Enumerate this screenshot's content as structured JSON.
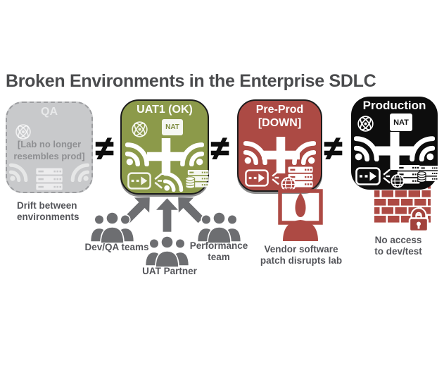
{
  "title": "Broken Environments in the Enterprise SDLC",
  "neq": "≠",
  "colors": {
    "title_text": "#4a4b4d",
    "qa_fill": "#c8c9cb",
    "qa_border": "#9c9da0",
    "uat_green": "#8c9a4a",
    "preprod_red": "#ac4a44",
    "production_black": "#0d0d0d",
    "caption_text": "#54555a",
    "people_gray": "#6d6e71",
    "icon_red": "#ad4a44"
  },
  "qa": {
    "title": "QA",
    "note1": "[Lab no longer",
    "note2": "resembles prod]",
    "caption1": "Drift between",
    "caption2": "environments"
  },
  "uat1": {
    "title": "UAT1 (OK)",
    "nat": "NAT"
  },
  "preprod": {
    "title1": "Pre-Prod",
    "title2": "[DOWN]",
    "caption1": "Vendor software",
    "caption2": "patch disrupts lab"
  },
  "production": {
    "title": "Production",
    "nat": "NAT",
    "caption1": "No access",
    "caption2": "to dev/test"
  },
  "teams": {
    "devqa": "Dev/QA teams",
    "uat": "UAT Partner",
    "perf1": "Performance",
    "perf2": "team"
  },
  "icons": {
    "wifi": "signal-arcs",
    "plus": "white-cross",
    "atom": "orbit-sphere",
    "dashed_arrow": "dashed-arrow-chip",
    "converge": "converging-lines",
    "server": "server-stack",
    "database": "db-cylinder",
    "globe": "globe",
    "people": "people-group",
    "block_arrow": "up-arrow",
    "monitor_person": "person-at-monitor",
    "firewall": "brick-wall",
    "padlock": "padlock"
  }
}
